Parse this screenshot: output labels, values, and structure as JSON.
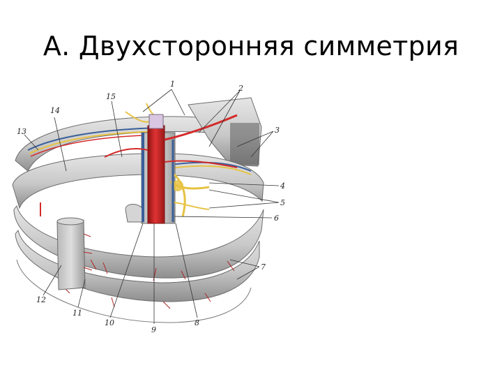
{
  "slide": {
    "title": "А.  Двухсторонняя симметрия"
  },
  "figure": {
    "callouts": [
      "1",
      "2",
      "3",
      "4",
      "5",
      "6",
      "7",
      "8",
      "9",
      "10",
      "11",
      "12",
      "13",
      "14",
      "15"
    ]
  },
  "colors": {
    "bone": "#cfcfcf",
    "bone_shadow": "#9a9a9a",
    "artery": "#d42a2a",
    "vein": "#3a5f99",
    "nerve": "#e7c242"
  }
}
